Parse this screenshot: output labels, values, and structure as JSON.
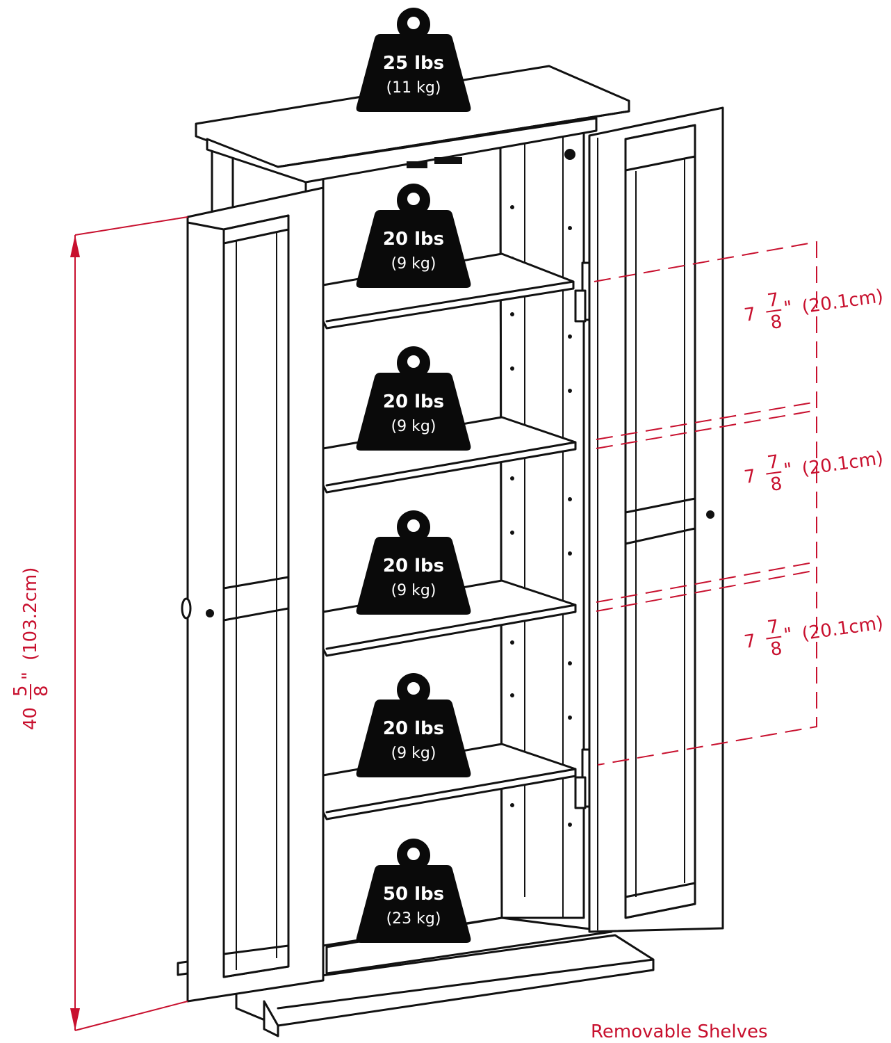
{
  "weights": [
    {
      "lbs": "25 lbs",
      "kg": "(11 kg)"
    },
    {
      "lbs": "20 lbs",
      "kg": "(9 kg)"
    },
    {
      "lbs": "20 lbs",
      "kg": "(9 kg)"
    },
    {
      "lbs": "20 lbs",
      "kg": "(9 kg)"
    },
    {
      "lbs": "20 lbs",
      "kg": "(9 kg)"
    },
    {
      "lbs": "50 lbs",
      "kg": "(23 kg)"
    }
  ],
  "height_dim": {
    "whole": "40",
    "num": "5",
    "den": "8",
    "inch": "\"",
    "metric": "(103.2cm)"
  },
  "shelf_spacing": [
    {
      "whole": "7",
      "num": "7",
      "den": "8",
      "inch": "\"",
      "metric": "(20.1cm)"
    },
    {
      "whole": "7",
      "num": "7",
      "den": "8",
      "inch": "\"",
      "metric": "(20.1cm)"
    },
    {
      "whole": "7",
      "num": "7",
      "den": "8",
      "inch": "\"",
      "metric": "(20.1cm)"
    }
  ],
  "caption": "Removable Shelves",
  "colors": {
    "dimension": "#c8102e",
    "line": "#111111",
    "weight": "#0a0a0a"
  }
}
